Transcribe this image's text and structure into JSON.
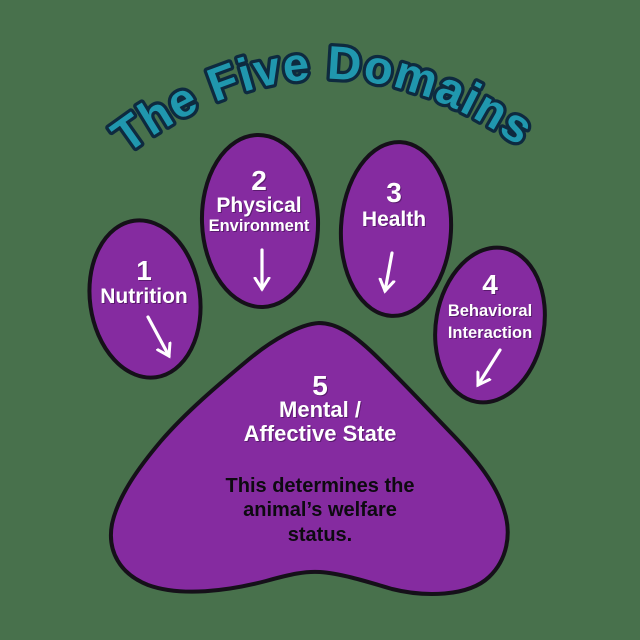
{
  "title": "The Five Domains",
  "colors": {
    "background": "#48714C",
    "toe_fill": "#852BA0",
    "outline": "#151019",
    "title_fill": "#2097AE",
    "title_outline": "#0E2A3F",
    "text_white": "#FFFFFF",
    "note_black": "#0D0A10",
    "arrow_white": "#FFFFFF"
  },
  "domains": [
    {
      "number": "1",
      "name_lines": [
        "Nutrition"
      ]
    },
    {
      "number": "2",
      "name_lines": [
        "Physical",
        "Environment"
      ]
    },
    {
      "number": "3",
      "name_lines": [
        "Health"
      ]
    },
    {
      "number": "4",
      "name_lines": [
        "Behavioral",
        "Interaction"
      ]
    },
    {
      "number": "5",
      "name_lines": [
        "Mental /",
        "Affective State"
      ],
      "note_lines": [
        "This determines the",
        "animal’s welfare",
        "status."
      ]
    }
  ]
}
